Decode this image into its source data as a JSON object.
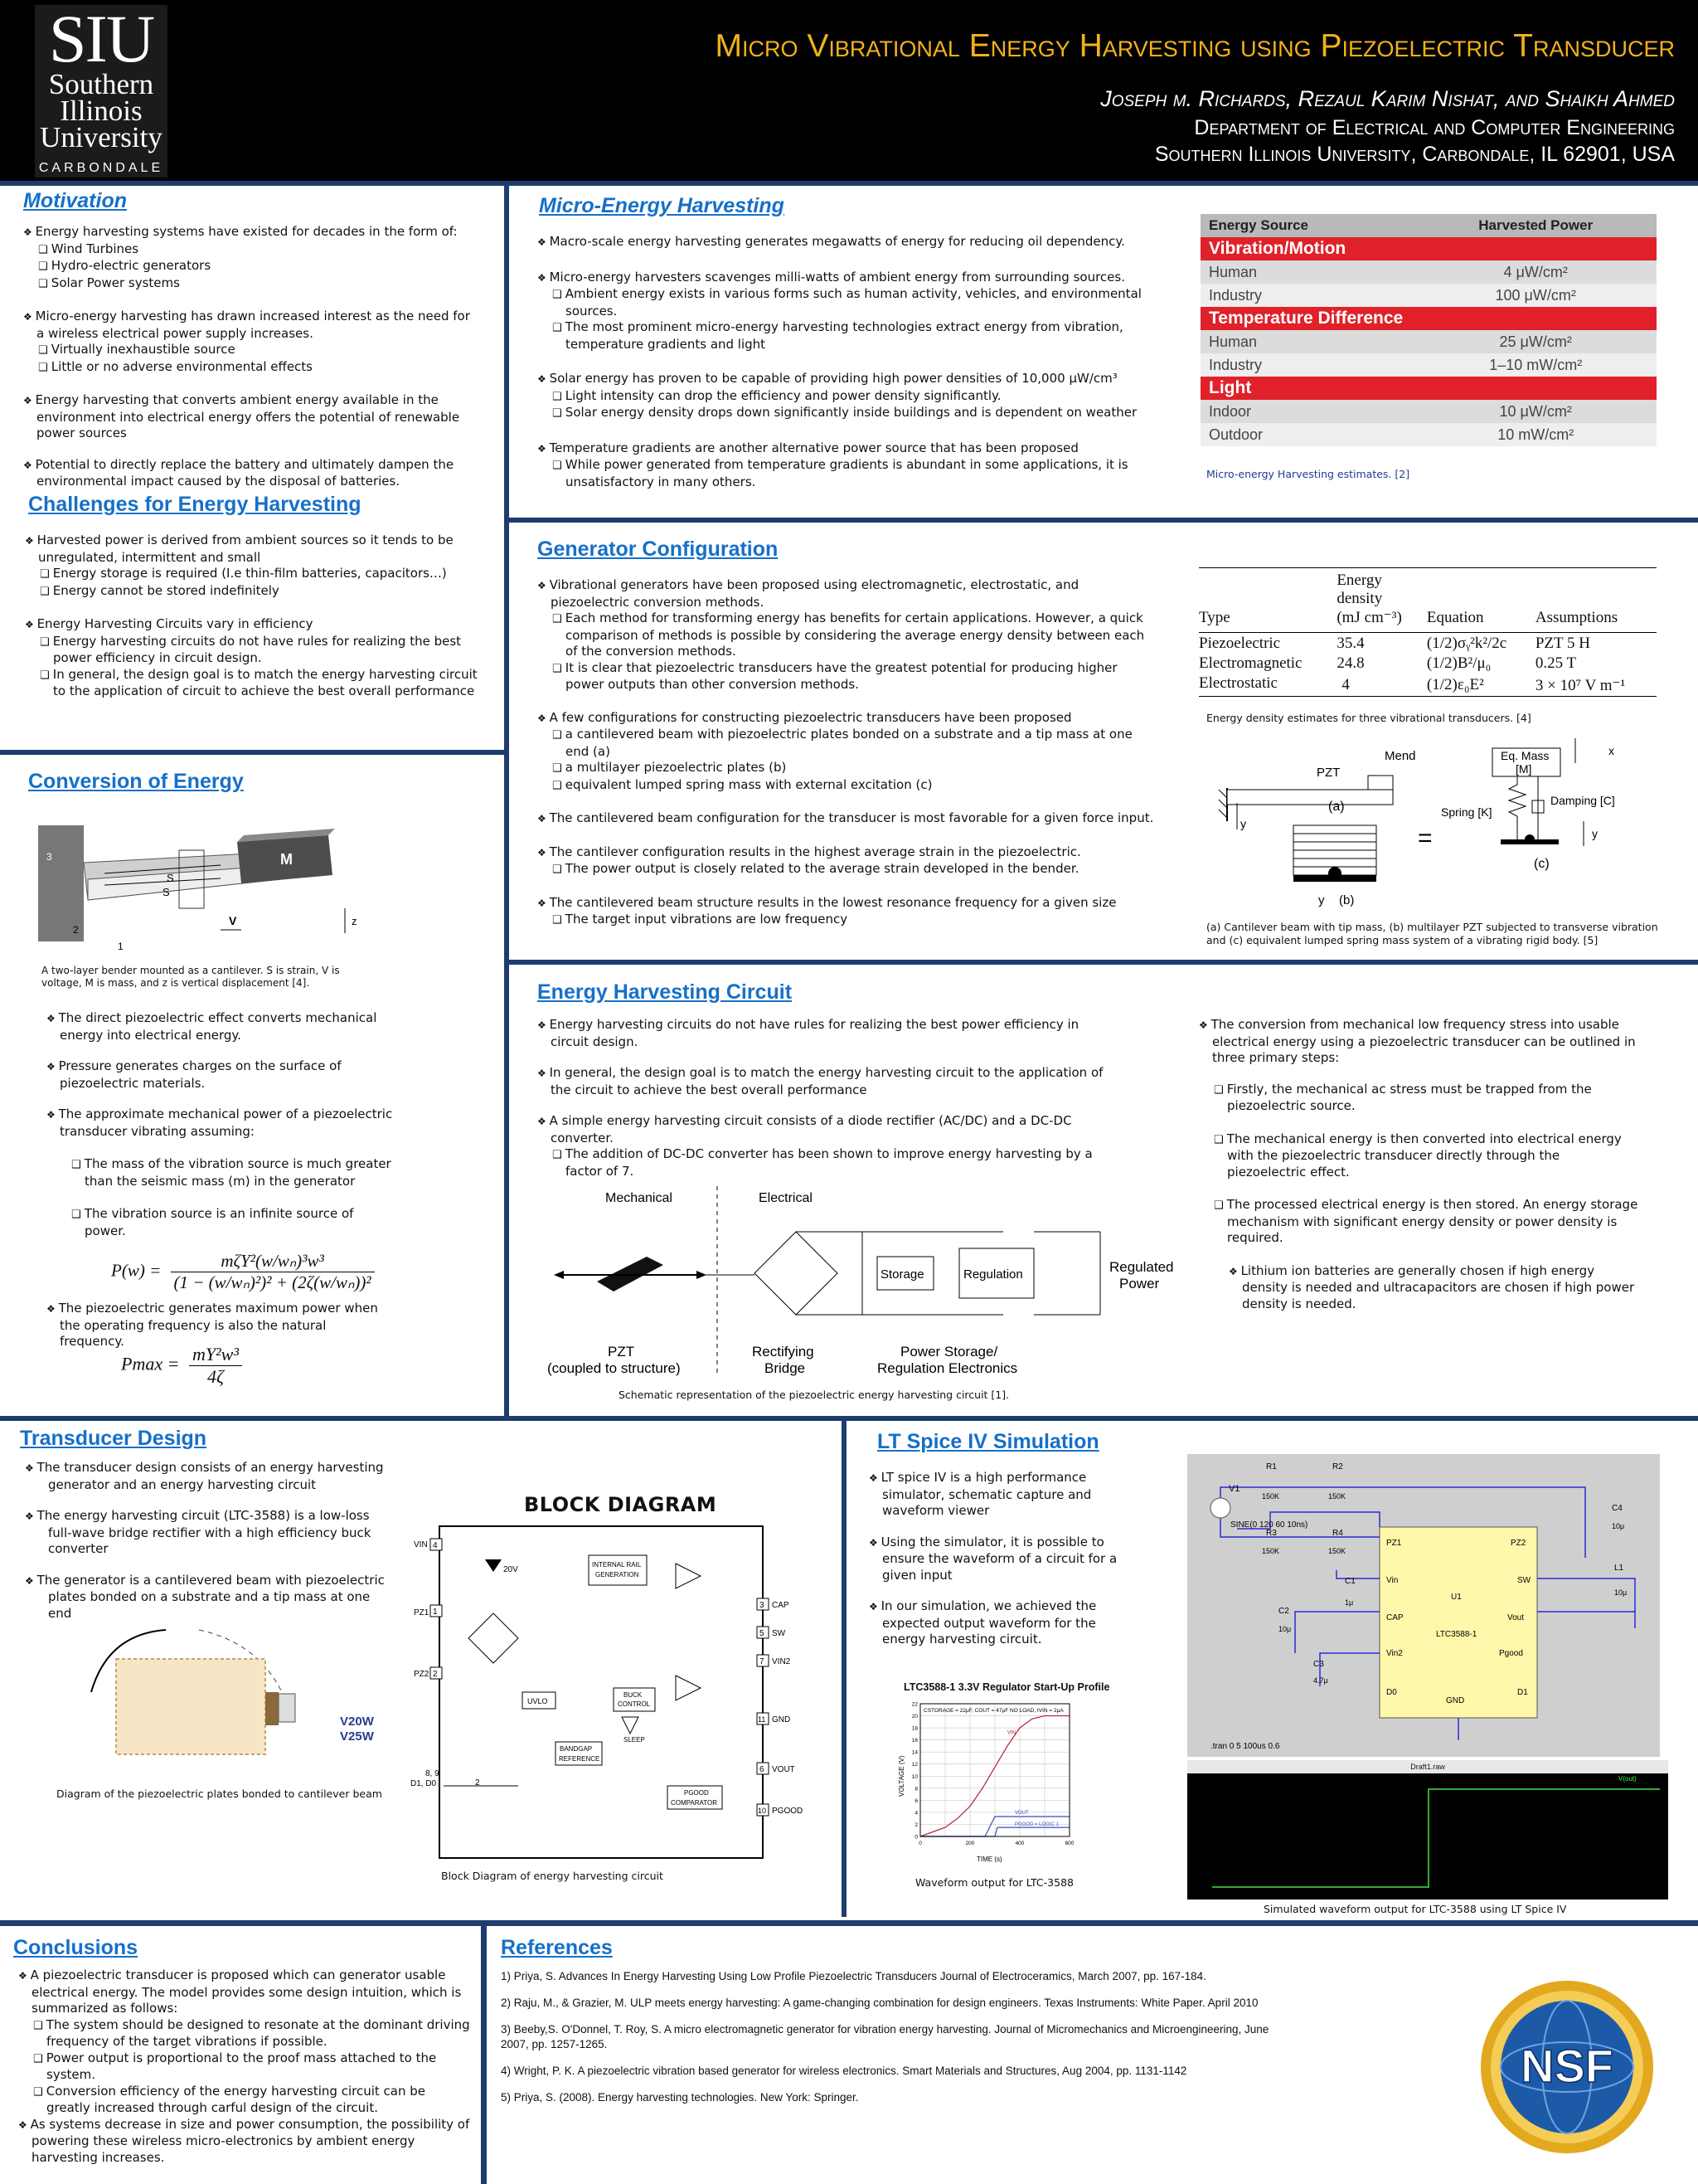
{
  "header": {
    "logo_big": "SIU",
    "logo_l1": "Southern",
    "logo_l2": "Illinois",
    "logo_l3": "University",
    "logo_l4": "CARBONDALE",
    "title": "Micro Vibrational Energy Harvesting using Piezoelectric Transducer",
    "authors": "Joseph m. Richards, Rezaul Karim Nishat, and Shaikh Ahmed",
    "dept": "Department of Electrical and Computer Engineering",
    "univ": "Southern Illinois University, Carbondale, IL 62901, USA"
  },
  "motivation": {
    "heading": "Motivation",
    "p1": "Energy harvesting systems have existed for decades in the form of:",
    "p1a": "Wind Turbines",
    "p1b": "Hydro-electric generators",
    "p1c": "Solar Power systems",
    "p2": "Micro-energy harvesting has drawn increased interest as the need for a wireless electrical power supply increases.",
    "p2a": "Virtually inexhaustible source",
    "p2b": "Little or no adverse environmental effects",
    "p3": "Energy harvesting that converts ambient energy available in the environment into electrical energy offers the potential of renewable power sources",
    "p4": "Potential to directly replace the battery and ultimately dampen the environmental impact caused by the disposal of batteries."
  },
  "challenges": {
    "heading": "Challenges for Energy Harvesting",
    "p1": "Harvested power is derived from ambient sources so it tends to be unregulated, intermittent and small",
    "p1a": "Energy storage is required (I.e thin-film batteries, capacitors…)",
    "p1b": "Energy cannot be stored indefinitely",
    "p2": "Energy Harvesting Circuits vary in efficiency",
    "p2a": "Energy harvesting circuits do not have rules for realizing the best power efficiency in circuit design.",
    "p2b": "In general, the design goal is to match the energy harvesting circuit to the application of circuit to achieve the best overall performance"
  },
  "conversion": {
    "heading": "Conversion of Energy",
    "fig_m": "M",
    "fig_s1": "S",
    "fig_s2": "S",
    "fig_v": "V",
    "fig_z": "z",
    "fig_1": "1",
    "fig_2": "2",
    "fig_3": "3",
    "caption": "A two-layer bender mounted as a cantilever. S is strain, V is voltage, M is mass, and z is vertical displacement [4].",
    "p1": "The direct piezoelectric effect converts mechanical energy into electrical energy.",
    "p2": "Pressure generates charges on the surface of piezoelectric materials.",
    "p3": "The approximate mechanical power of a piezoelectric transducer vibrating assuming:",
    "p3a": "The mass of the vibration source is much greater than the seismic mass (m) in the generator",
    "p3b": "The vibration source is an infinite source of power.",
    "eq1_lhs": "P(w) =",
    "eq1_num": "mζY²(w/wₙ)³w³",
    "eq1_den": "(1 − (w/wₙ)²)² + (2ζ(w/wₙ))²",
    "p4": "The piezoelectric generates maximum power when the operating frequency is also the natural frequency.",
    "eq2_lhs": "Pmax =",
    "eq2_num": "mY²w³",
    "eq2_den": "4ζ"
  },
  "micro": {
    "heading": "Micro-Energy Harvesting",
    "p1": "Macro-scale energy harvesting generates megawatts of energy for reducing oil dependency.",
    "p2": "Micro-energy harvesters scavenges milli-watts of ambient energy from surrounding sources.",
    "p2a": "Ambient energy exists in various forms such as human activity, vehicles, and environmental sources.",
    "p2b": "The most prominent micro-energy harvesting technologies extract energy from vibration, temperature gradients and light",
    "p3": "Solar energy has proven to be capable of providing high power densities of 10,000 μW/cm³",
    "p3a": "Light intensity can drop the efficiency and power density significantly.",
    "p3b": "Solar energy density drops down significantly inside buildings and is dependent on weather",
    "p4": "Temperature gradients are another alternative power source that has been proposed",
    "p4a": "While power generated from temperature gradients is abundant in some applications, it is unsatisfactory in many others.",
    "table": {
      "h1": "Energy Source",
      "h2": "Harvested Power",
      "s1": "Vibration/Motion",
      "r1a": "Human",
      "r1b": "4 μW/cm²",
      "r2a": "Industry",
      "r2b": "100 μW/cm²",
      "s2": "Temperature Difference",
      "r3a": "Human",
      "r3b": "25 μW/cm²",
      "r4a": "Industry",
      "r4b": "1–10 mW/cm²",
      "s3": "Light",
      "r5a": "Indoor",
      "r5b": "10 μW/cm²",
      "r6a": "Outdoor",
      "r6b": "10 mW/cm²"
    },
    "caption": "Micro-energy Harvesting estimates. [2]"
  },
  "generator": {
    "heading": "Generator Configuration",
    "p1": "Vibrational generators have been proposed using electromagnetic, electrostatic, and piezoelectric conversion methods.",
    "p1a": "Each method for transforming energy has benefits for certain applications. However, a quick comparison of methods is possible by considering the average energy density between each of the conversion methods.",
    "p1b": "It is clear that piezoelectric transducers have the greatest potential for producing higher power outputs than other conversion methods.",
    "p2": "A few configurations for constructing piezoelectric transducers have been proposed",
    "p2a": "a cantilevered beam with piezoelectric plates bonded on a substrate and a tip mass at one end (a)",
    "p2b": "a multilayer piezoelectric plates (b)",
    "p2c": "equivalent lumped spring mass with external excitation (c)",
    "p3": "The cantilevered beam configuration for the transducer is most favorable for a given force input.",
    "p4": "The cantilever configuration results in the highest average strain in the piezoelectric.",
    "p4a": "The power output is closely related to the average strain developed in the bender.",
    "p5": "The cantilevered beam structure results in the lowest resonance frequency for a given size",
    "p5a": "The target input vibrations are low frequency",
    "table": {
      "h_type": "Type",
      "h_energy1": "Energy",
      "h_energy2": "density",
      "h_energy3": "(mJ cm⁻³)",
      "h_eq": "Equation",
      "h_as": "Assumptions",
      "rows": [
        [
          "Piezoelectric",
          "35.4",
          "(1/2)σᵧ²k²/2c",
          "PZT 5 H"
        ],
        [
          "Electromagnetic",
          "24.8",
          "(1/2)B²/μ₀",
          "0.25 T"
        ],
        [
          "Electrostatic",
          "4",
          "(1/2)ε₀E²",
          "3 × 10⁷ V m⁻¹"
        ]
      ]
    },
    "table_caption": "Energy density estimates for three vibrational transducers. [4]",
    "fig": {
      "pzt": "PZT",
      "mend": "Mend",
      "a": "(a)",
      "b": "(b)",
      "c": "(c)",
      "y": "y",
      "x": "x",
      "eqmass1": "Eq. Mass",
      "eqmass2": "[M]",
      "spring": "Spring [K]",
      "damping": "Damping [C]",
      "equals": "="
    },
    "fig_caption": "(a) Cantilever beam with tip mass, (b) multilayer PZT subjected to transverse vibration and (c) equivalent lumped spring mass system of a vibrating rigid body. [5]"
  },
  "circuit": {
    "heading": "Energy Harvesting Circuit",
    "p1": "Energy harvesting circuits do not have rules for realizing the best power efficiency in circuit design.",
    "p2": "In general, the design goal is to match the energy harvesting circuit to the application of the circuit to achieve the best overall performance",
    "p3": "A simple energy harvesting circuit consists of a diode rectifier (AC/DC) and a DC-DC converter.",
    "p3a": "The addition of DC-DC converter has been shown to improve energy harvesting by a factor of 7.",
    "fig": {
      "mech": "Mechanical",
      "elec": "Electrical",
      "storage": "Storage",
      "regulation": "Regulation",
      "reg1": "Regulated",
      "reg2": "Power",
      "pzt1": "PZT",
      "pzt2": "(coupled to structure)",
      "rect1": "Rectifying",
      "rect2": "Bridge",
      "ps1": "Power Storage/",
      "ps2": "Regulation Electronics"
    },
    "caption": "Schematic representation of the piezoelectric energy harvesting circuit [1].",
    "r1": "The conversion from mechanical low frequency stress into usable electrical energy using a piezoelectric transducer can be outlined in three primary steps:",
    "r1a": "Firstly, the mechanical ac stress must be trapped from the piezoelectric source.",
    "r1b": "The mechanical energy is then converted into electrical energy with the piezoelectric transducer directly through the piezoelectric effect.",
    "r1c": "The processed electrical energy is then stored. An energy storage mechanism with significant energy density or power density is required.",
    "r1d": "Lithium ion batteries are generally chosen if high energy density is needed and ultracapacitors are chosen if high power density is needed."
  },
  "transducer": {
    "heading": "Transducer Design",
    "p1": "The transducer design consists of an energy harvesting generator and an energy harvesting circuit",
    "p2": "The energy harvesting circuit  (LTC-3588) is  a low-loss full-wave bridge rectifier with a high efficiency buck converter",
    "p3": "The generator is a cantilevered beam with piezoelectric plates bonded on a substrate and a tip mass at one end",
    "fig_v20w": "V20W",
    "fig_v25w": "V25W",
    "fig_caption": "Diagram of the piezoelectric  plates bonded to cantilever beam",
    "block_title": "BLOCK DIAGRAM",
    "block": {
      "vin": "VIN",
      "pz1": "PZ1",
      "pz2": "PZ2",
      "d0d1": "D1, D0",
      "n4": "4",
      "n1": "1",
      "n2": "2",
      "n89": "8, 9",
      "n3": "3",
      "n5": "5",
      "n7": "7",
      "n11": "11",
      "n6": "6",
      "n10": "10",
      "z20": "20V",
      "irg1": "INTERNAL RAIL",
      "irg2": "GENERATION",
      "uvlo": "UVLO",
      "buck1": "BUCK",
      "buck2": "CONTROL",
      "sleep": "SLEEP",
      "bg1": "BANDGAP",
      "bg2": "REFERENCE",
      "pg1": "PGOOD",
      "pg2": "COMPARATOR",
      "cap": "CAP",
      "sw": "SW",
      "vin2": "VIN2",
      "gnd": "GND",
      "vout": "VOUT",
      "pgood": "PGOOD",
      "two": "2"
    },
    "block_caption": "Block Diagram of energy harvesting circuit"
  },
  "ltspice": {
    "heading": "LT Spice IV Simulation",
    "p1": "LT spice IV is a high performance simulator, schematic capture and waveform viewer",
    "p2": "Using the simulator, it is possible to ensure the waveform of a circuit for a given input",
    "p3": "In our simulation, we achieved the expected output waveform for the energy harvesting circuit.",
    "chart_title": "LTC3588-1 3.3V Regulator Start-Up Profile",
    "chart_caption": "Waveform output for LTC-3588",
    "sim_caption": "Simulated waveform output for LTC-3588 using LT Spice IV",
    "sch": {
      "v1": "V1",
      "sine": "SINE(0 120 60 10ns)",
      "r1": "R1",
      "r1v": "150K",
      "r2": "R2",
      "r2v": "150K",
      "r3": "R3",
      "r3v": "150K",
      "r4": "R4",
      "r4v": "150K",
      "c1": "C1",
      "c1v": "1μ",
      "c2": "C2",
      "c2v": "10μ",
      "c3": "C3",
      "c3v": "4.7μ",
      "c4": "C4",
      "c4v": "10μ",
      "l1": "L1",
      "l1v": "10μ",
      "u1": "U1",
      "part": "LTC3588-1",
      "pz1": "PZ1",
      "pz2": "PZ2",
      "vin": "Vin",
      "sw": "SW",
      "cap": "CAP",
      "vout": "Vout",
      "vin2": "Vin2",
      "pgood": "Pgood",
      "d0": "D0",
      "d1": "D1",
      "gnd": "GND",
      "tran": ".tran 0 5 100us 0.6"
    },
    "wave_title": "Draft1.raw",
    "wave_trace": "V(out)"
  },
  "chart_data": {
    "type": "line",
    "title": "LTC3588-1 3.3V Regulator Start-Up Profile",
    "xlabel": "TIME (s)",
    "ylabel": "VOLTAGE (V)",
    "xlim": [
      0,
      600
    ],
    "ylim": [
      0,
      22
    ],
    "legend": "CSTORAGE = 22μF, COUT = 47μF NO LOAD, IVIN = 2μA",
    "series": [
      {
        "name": "VIN",
        "x": [
          0,
          100,
          150,
          200,
          250,
          300,
          350,
          400,
          450,
          500,
          550,
          600
        ],
        "y": [
          0,
          1.5,
          3,
          5,
          8,
          11.5,
          15,
          18,
          19.5,
          20,
          20,
          20
        ]
      },
      {
        "name": "VOUT",
        "x": [
          0,
          100,
          130,
          200,
          260,
          300,
          400,
          500,
          600
        ],
        "y": [
          0,
          0,
          0,
          0,
          0,
          3.3,
          3.3,
          3.3,
          3.3
        ]
      },
      {
        "name": "PGOOD = LOGIC 1",
        "x": [
          0,
          300,
          310,
          600
        ],
        "y": [
          0,
          0,
          1.5,
          1.5
        ]
      }
    ]
  },
  "conclusions": {
    "heading": "Conclusions",
    "p1": "A piezoelectric transducer is proposed which can generator usable electrical energy. The model provides some design intuition, which is summarized as follows:",
    "p1a": "The system should be designed to resonate at the dominant driving frequency of the target vibrations if possible.",
    "p1b": "Power output is proportional to the proof mass attached to the system.",
    "p1c": "Conversion efficiency of the energy harvesting circuit can be greatly increased through carful design of the circuit.",
    "p2": "As systems decrease in size and power consumption, the possibility of powering these wireless micro-electronics by ambient energy harvesting increases."
  },
  "references": {
    "heading": "References",
    "items": [
      "1)  Priya, S. Advances In Energy Harvesting Using Low Profile Piezoelectric Transducers Journal of Electroceramics, March 2007, pp. 167-184.",
      "2)  Raju, M., & Grazier, M. ULP meets energy harvesting: A game-changing combination for design engineers. Texas Instruments: White Paper. April 2010",
      "3)  Beeby,S. O'Donnel, T. Roy, S. A micro electromagnetic generator for vibration energy harvesting. Journal of Micromechanics and Microengineering, June 2007, pp. 1257-1265.",
      "4)  Wright, P. K. A piezoelectric vibration based generator for wireless electronics. Smart Materials and Structures,  Aug 2004, pp. 1131-1142",
      "5)  Priya, S. (2008). Energy harvesting technologies. New York: Springer."
    ]
  },
  "nsf": {
    "text": "NSF"
  },
  "colors": {
    "header_bg": "#000000",
    "title": "#f2b21a",
    "heading": "#1670c8",
    "rule": "#1e3d6e",
    "table_red": "#e0212a"
  }
}
